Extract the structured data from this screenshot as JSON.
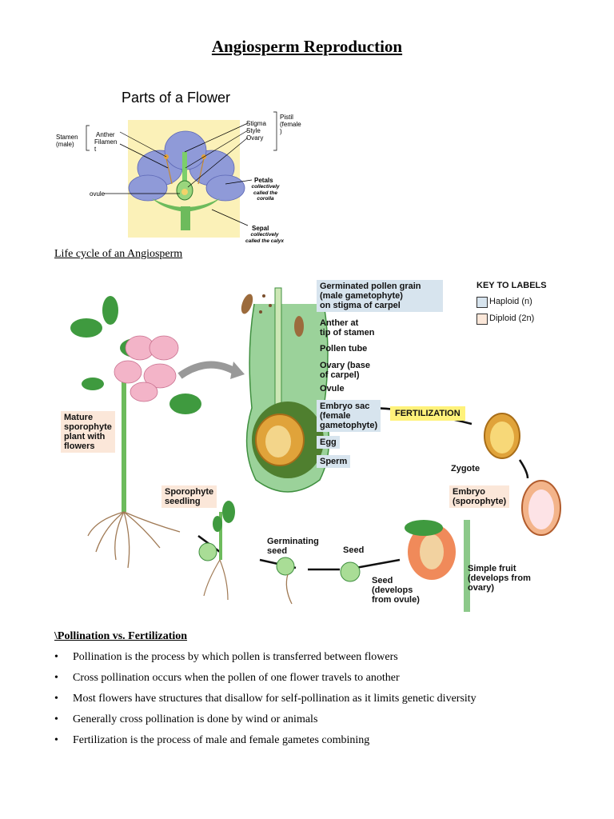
{
  "title": "Angiosperm Reproduction",
  "figure1": {
    "title": "Parts of a Flower",
    "labels": {
      "stamen": "Stamen\n(male)",
      "anther": "Anther",
      "filament": "Filamen\nt",
      "ovule": "ovule",
      "stigma": "Stigma",
      "style": "Style",
      "ovary": "Ovary",
      "pistil": "Pistil\n(female\n)",
      "petals": "Petals",
      "petals_note": "collectively\ncalled the\ncorolla",
      "sepal": "Sepal",
      "sepal_note": "collectively\ncalled the calyx"
    },
    "colors": {
      "background": "#fbf1b8",
      "petal": "#8f9ad8",
      "stem": "#6dbb5c"
    }
  },
  "lifecycle_heading": "Life cycle of an Angiosperm",
  "figure2": {
    "labels": {
      "germinated_pollen": "Germinated pollen grain\n(male gametophyte)\non stigma of carpel",
      "anther_tip": "Anther at\ntip of stamen",
      "pollen_tube": "Pollen tube",
      "ovary_base": "Ovary (base\nof carpel)",
      "ovule": "Ovule",
      "embryo_sac": "Embryo sac\n(female\ngametophyte)",
      "egg": "Egg",
      "sperm": "Sperm",
      "fertilization": "FERTILIZATION",
      "zygote": "Zygote",
      "embryo": "Embryo\n(sporophyte)",
      "simple_fruit": "Simple fruit\n(develops from\novary)",
      "seed_develops": "Seed\n(develops\nfrom ovule)",
      "seed": "Seed",
      "germinating_seed": "Germinating\nseed",
      "sporophyte_seedling": "Sporophyte\nseedling",
      "mature_plant": "Mature\nsporophyte\nplant with\nflowers"
    },
    "key": {
      "title": "KEY TO LABELS",
      "haploid": "Haploid (n)",
      "diploid": "Diploid (2n)"
    },
    "colors": {
      "haploid": "#d7e4ee",
      "diploid": "#fbe7d9",
      "fertilization": "#fff27a",
      "stem": "#8cc98a"
    }
  },
  "section": {
    "heading": "\\Pollination vs. Fertilization",
    "bullet_glyph": "•",
    "bullets": [
      "Pollination is the process by which pollen is transferred between flowers",
      "Cross pollination occurs when the pollen of one flower travels to another",
      "Most flowers have structures that disallow for self-pollination as it limits genetic diversity",
      "Generally cross pollination is done by wind or animals",
      "Fertilization is the process of male and female gametes combining"
    ]
  }
}
